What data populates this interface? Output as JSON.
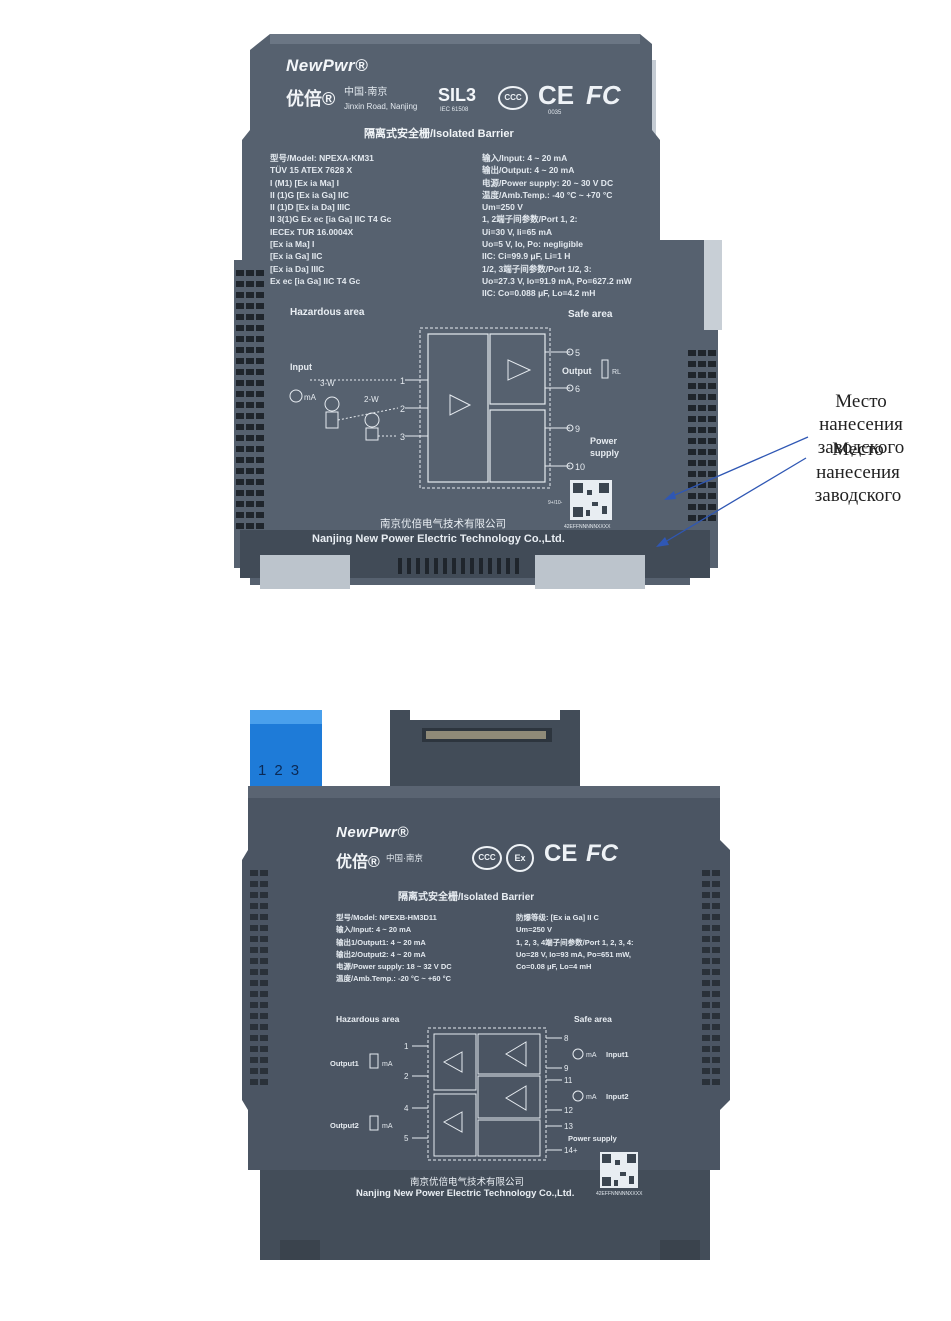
{
  "top_device": {
    "brand": "NewPwr®",
    "brand_cn": "优倍®",
    "location_cn": "中国·南京",
    "address": "Jinxin Road, Nanjing",
    "sil": "SIL3",
    "sil_sub": "IEC 61508",
    "ccc_mark": "CCC",
    "ce_mark": "CE",
    "ce_number": "0035",
    "fc_mark": "FC",
    "product_title": "隔离式安全栅/Isolated Barrier",
    "specs_left": [
      "型号/Model: NPEXA-KM31",
      "TÜV 15 ATEX 7628 X",
      "I (M1) [Ex ia Ma] I",
      "II (1)G [Ex ia Ga] IIC",
      "II (1)D [Ex ia Da] IIIC",
      "II 3(1)G Ex ec [ia Ga] IIC T4 Gc",
      "IECEx TUR 16.0004X",
      "[Ex ia Ma] I",
      "[Ex ia Ga] IIC",
      "[Ex ia Da] IIIC",
      "Ex ec [ia Ga] IIC T4 Gc"
    ],
    "specs_right": [
      "输入/Input: 4 ~ 20 mA",
      "输出/Output: 4 ~ 20 mA",
      "电源/Power supply: 20 ~ 30 V DC",
      "温度/Amb.Temp.: -40 °C ~ +70 °C",
      "Um=250 V",
      "1, 2端子间参数/Port 1, 2:",
      "Ui=30 V, Ii=65 mA",
      "Uo=5 V, Io, Po: negligible",
      "IIC: Ci=99.9 μF, Li=1 H",
      "1/2, 3端子间参数/Port 1/2, 3:",
      "Uo=27.3 V, Io=91.9 mA, Po=627.2 mW",
      "IIC: Co=0.088 μF, Lo=4.2 mH"
    ],
    "hazardous_area": "Hazardous area",
    "safe_area": "Safe area",
    "input_label": "Input",
    "ma_label": "mA",
    "wire3": "3-W",
    "wire2": "2-W",
    "t1": "1",
    "t2": "2",
    "t3": "3",
    "t5": "5",
    "t6": "6",
    "t9": "9",
    "t10": "10",
    "output_label": "Output",
    "rl_label": "RL",
    "power_label": "Power",
    "supply_label": "supply",
    "pin_note": "9+/10-",
    "qr_code_text": "42EFFNNNNNXXXX",
    "company_cn": "南京优倍电气技术有限公司",
    "company_en": "Nanjing New Power Electric Technology Co.,Ltd."
  },
  "bottom_device": {
    "brand": "NewPwr®",
    "brand_cn": "优倍®",
    "location_cn": "中国·南京",
    "ccc_mark": "CCC",
    "ex_mark": "Ex",
    "ce_mark": "CE",
    "fc_mark": "FC",
    "terminal_numbers": [
      "1",
      "2",
      "3"
    ],
    "product_title": "隔离式安全栅/Isolated Barrier",
    "specs_left": [
      "型号/Model: NPEXB-HM3D11",
      "输入/Input: 4 ~ 20 mA",
      "输出1/Output1: 4 ~ 20 mA",
      "输出2/Output2: 4 ~ 20 mA",
      "电源/Power supply: 18 ~ 32 V DC",
      "温度/Amb.Temp.: -20 °C ~ +60 °C"
    ],
    "specs_right": [
      "防爆等级: [Ex ia Ga] II C",
      "Um=250 V",
      "1, 2, 3, 4端子间参数/Port 1, 2, 3, 4:",
      "Uo=28 V, Io=93 mA, Po=651 mW,",
      "Co=0.08 μF, Lo=4 mH"
    ],
    "hazardous_area": "Hazardous area",
    "safe_area": "Safe area",
    "output1": "Output1",
    "output2": "Output2",
    "ma": "mA",
    "input1": "Input1",
    "input2": "Input2",
    "power_supply": "Power supply",
    "t": [
      "1",
      "2",
      "4",
      "5",
      "8",
      "9",
      "11",
      "12",
      "13",
      "14+"
    ],
    "qr_code_text": "42EFFNNNNNXXXX",
    "company_cn": "南京优倍电气技术有限公司",
    "company_en": "Nanjing New Power Electric Technology Co.,Ltd."
  },
  "annotations": {
    "label1": "Место нанесения заводского",
    "label2": "Место нанесения заводского",
    "arrow_color": "#2f57b4"
  },
  "colors": {
    "housing": "#56616f",
    "housing_dark": "#3a4450",
    "connector_blue": "#1e7bd8",
    "metal_clip": "#b8c1ca"
  }
}
